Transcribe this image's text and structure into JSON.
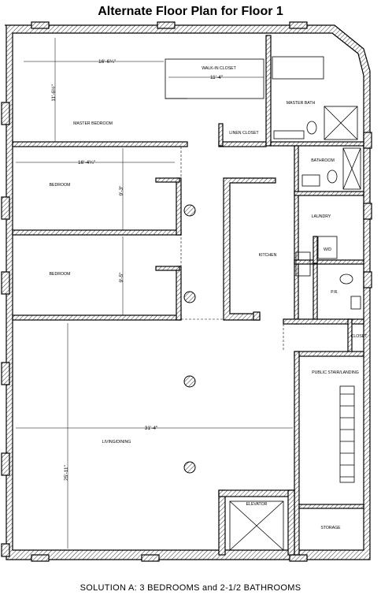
{
  "title": "Alternate Floor Plan for Floor 1",
  "caption": "SOLUTION A: 3 BEDROOMS  and  2-1/2 BATHROOMS",
  "rooms": {
    "master_bedroom": "MASTER BEDROOM",
    "walk_in_closet": "WALK-IN CLOSET",
    "master_bath": "MASTER BATH",
    "linen_closet": "LINEN CLOSET",
    "bedroom_1": "BEDROOM",
    "bedroom_2": "BEDROOM",
    "bathroom": "BATHROOM",
    "laundry": "LAUNDRY",
    "wd": "W/D",
    "kitchen": "KITCHEN",
    "pr": "P.R.",
    "closet": "CLOSET",
    "public_stair": "PUBLIC STAIR/LANDING",
    "living_dining": "LIVING/DINING",
    "elevator": "ELEVATOR",
    "storage": "STORAGE"
  },
  "dimensions": {
    "master_width": "16'-6¼\"",
    "master_depth": "11'-6½\"",
    "closet_width": "11'-4\"",
    "bedroom1_width": "16'-4¼\"",
    "bedroom1_depth": "9'-3\"",
    "bedroom2_depth": "9'-5\"",
    "living_width": "31'-4\"",
    "living_depth": "25'-11\""
  }
}
